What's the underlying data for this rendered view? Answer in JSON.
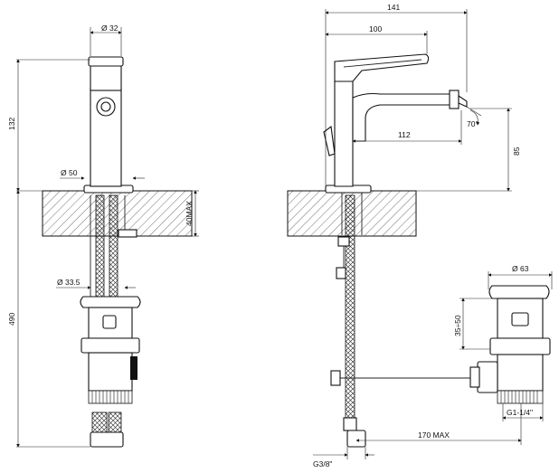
{
  "dimensions": {
    "d32": "Ø 32",
    "d50": "Ø 50",
    "d33_5": "Ø 33.5",
    "h132": "132",
    "h490": "490",
    "max40": "40MAX",
    "w141": "141",
    "w100": "100",
    "w112": "112",
    "angle70": "70°",
    "h85": "85",
    "d63": "Ø 63",
    "r35_50": "35÷50",
    "g1_14": "G1-1/4\"",
    "l170": "170 MAX",
    "g3_8": "G3/8\""
  }
}
